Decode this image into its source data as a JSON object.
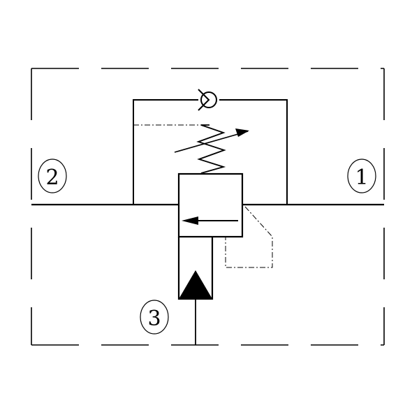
{
  "ports": [
    {
      "id": "port-1",
      "label": "1"
    },
    {
      "id": "port-2",
      "label": "2"
    },
    {
      "id": "port-3",
      "label": "3"
    }
  ],
  "colors": {
    "stroke": "#000000",
    "background": "#ffffff"
  },
  "symbols": {
    "check_valve": "check-valve-icon",
    "spring": "adjustable-spring-icon",
    "pilot_arrow": "pilot-triangle-icon",
    "flow_arrow": "flow-arrow-icon"
  }
}
